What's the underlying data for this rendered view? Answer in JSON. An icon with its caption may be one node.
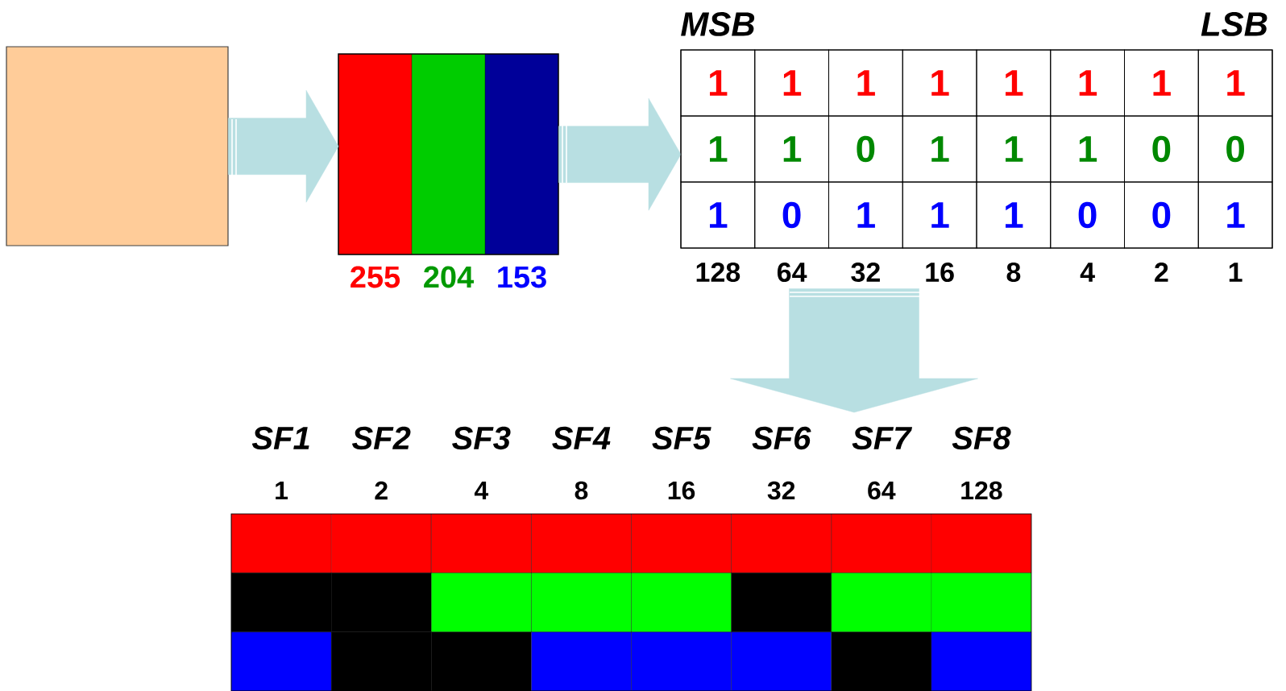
{
  "diagram": {
    "nodes": [
      {
        "text": [],
        "shape": "box"
      },
      {
        "text": [],
        "shape": "box",
        "beside": [
          "255",
          "204",
          "153"
        ]
      },
      {
        "text": [],
        "shape": "box",
        "beside": [
          "MSB",
          "LSB",
          "128",
          "64",
          "32",
          "16",
          "8",
          "4",
          "2",
          "1"
        ]
      },
      {
        "text": [],
        "shape": "box",
        "beside": [
          "SF1",
          "SF2",
          "SF3",
          "SF4",
          "SF5",
          "SF6",
          "SF7",
          "SF8",
          "1",
          "2",
          "4",
          "8",
          "16",
          "32",
          "64",
          "128"
        ]
      }
    ],
    "edges": [
      {
        "from": 0,
        "to": 1,
        "arrow": "to"
      },
      {
        "from": 1,
        "to": 2,
        "arrow": "to"
      },
      {
        "from": 2,
        "to": 3,
        "arrow": "to"
      }
    ],
    "labels": [
      "1",
      "1",
      "1",
      "1",
      "1",
      "1",
      "1",
      "1",
      "1",
      "1",
      "0",
      "1",
      "1",
      "1",
      "0",
      "0",
      "1",
      "0",
      "1",
      "1",
      "1",
      "0",
      "0",
      "1"
    ]
  }
}
